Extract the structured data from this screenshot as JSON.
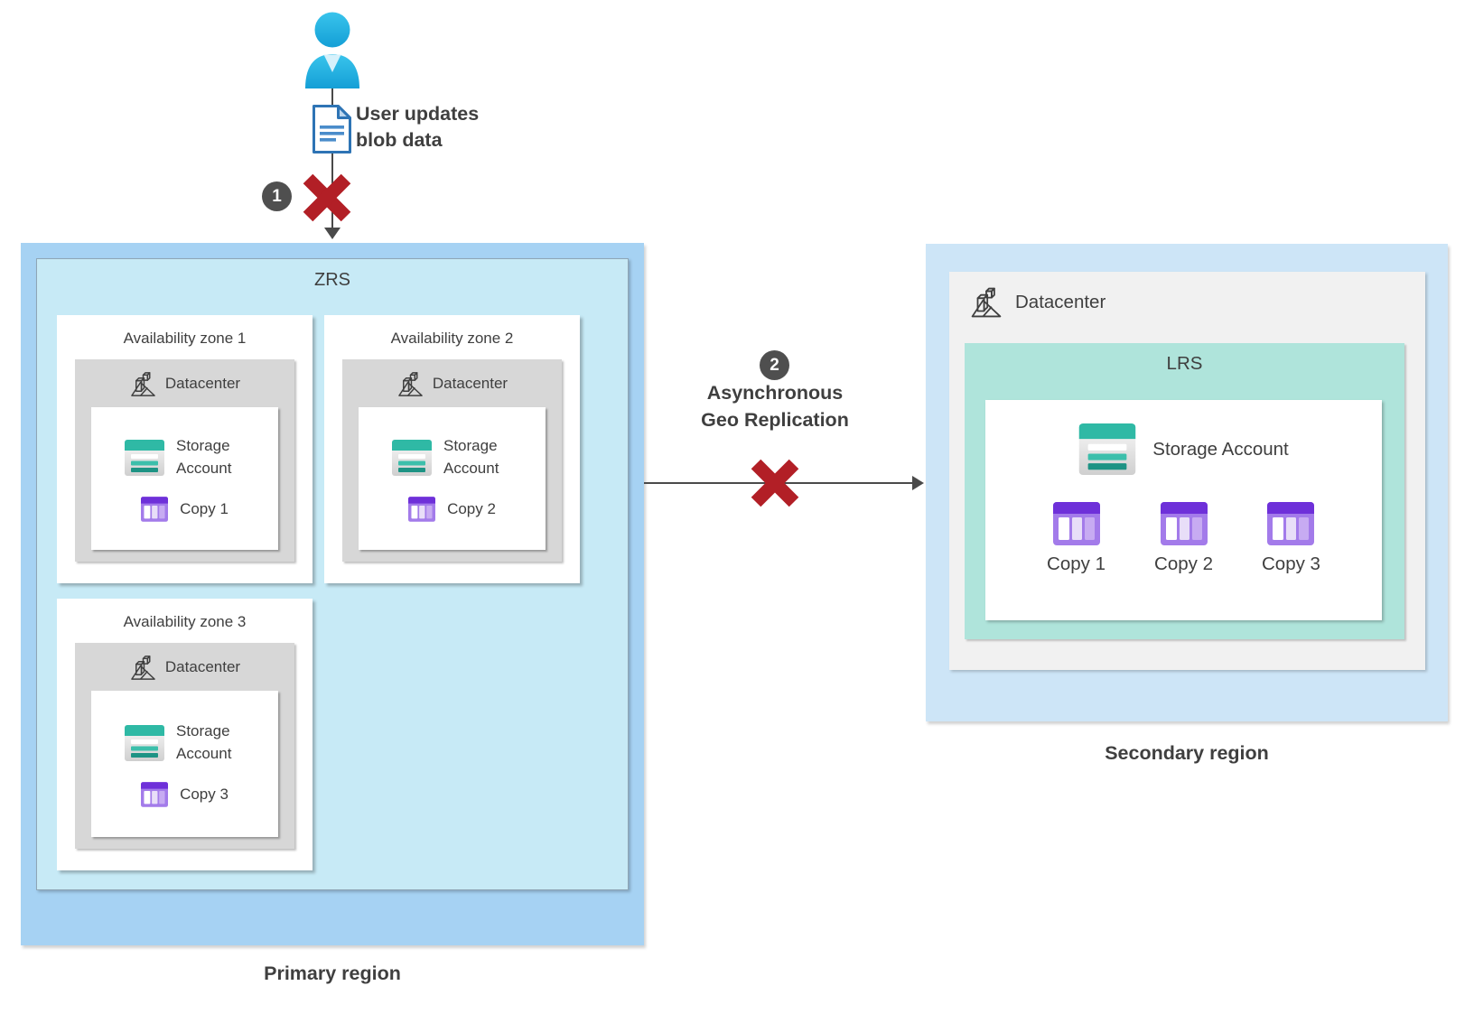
{
  "colors": {
    "primary_region_blue": "#a6d2f3",
    "zrs_cyan": "#c7eaf6",
    "secondary_region_blue": "#cde5f7",
    "zone_datacenter_gray": "#d7d7d7",
    "secondary_datacenter_gray": "#f1f1f1",
    "lrs_teal": "#afe4db",
    "error_x_red": "#b21f26",
    "step_badge_gray": "#4f4f4f",
    "storage_accent_teal": "#2fb9a5",
    "copy_accent_purple": "#6e30d9",
    "arrow_gray": "#4a4a4a",
    "text_gray": "#3f3f3f"
  },
  "user_flow": {
    "label_line1": "User updates",
    "label_line2": "blob data",
    "step_badge": "1"
  },
  "primary_region": {
    "zrs_label": "ZRS",
    "region_label": "Primary region",
    "zones": [
      {
        "name": "Availability zone 1",
        "datacenter_label": "Datacenter",
        "storage_label": "Storage Account",
        "copy_label": "Copy 1"
      },
      {
        "name": "Availability zone 2",
        "datacenter_label": "Datacenter",
        "storage_label": "Storage Account",
        "copy_label": "Copy 2"
      },
      {
        "name": "Availability zone 3",
        "datacenter_label": "Datacenter",
        "storage_label": "Storage Account",
        "copy_label": "Copy 3"
      }
    ]
  },
  "replication": {
    "step_badge": "2",
    "label_line1": "Asynchronous",
    "label_line2": "Geo Replication"
  },
  "secondary_region": {
    "datacenter_label": "Datacenter",
    "lrs_label": "LRS",
    "storage_label": "Storage Account",
    "copies": [
      "Copy 1",
      "Copy 2",
      "Copy 3"
    ],
    "region_label": "Secondary region"
  }
}
